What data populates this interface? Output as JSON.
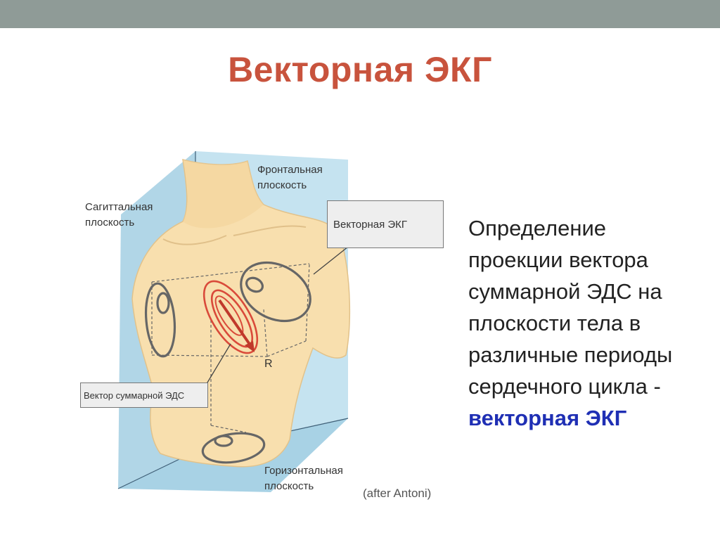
{
  "slide": {
    "title": "Векторная ЭКГ",
    "description_lines": [
      "Определение",
      "проекции вектора",
      "суммарной ЭДС на",
      "плоскости тела в",
      "различные периоды",
      "сердечного цикла -"
    ],
    "description_highlight": "векторная ЭКГ",
    "colors": {
      "top_bar": "#8f9b97",
      "title": "#c8533d",
      "highlight": "#1f2fb4"
    }
  },
  "figure": {
    "label_frontal": [
      "Фронтальная",
      "плоскость"
    ],
    "label_sagittal": [
      "Сагиттальная",
      "плоскость"
    ],
    "label_horizontal": [
      "Горизонтальная",
      "плоскость"
    ],
    "callout_vector_ecg": "Векторная ЭКГ",
    "callout_emf_vector": "Вектор суммарной ЭДС",
    "point_label": "R",
    "credit": "(after Antoni)"
  }
}
